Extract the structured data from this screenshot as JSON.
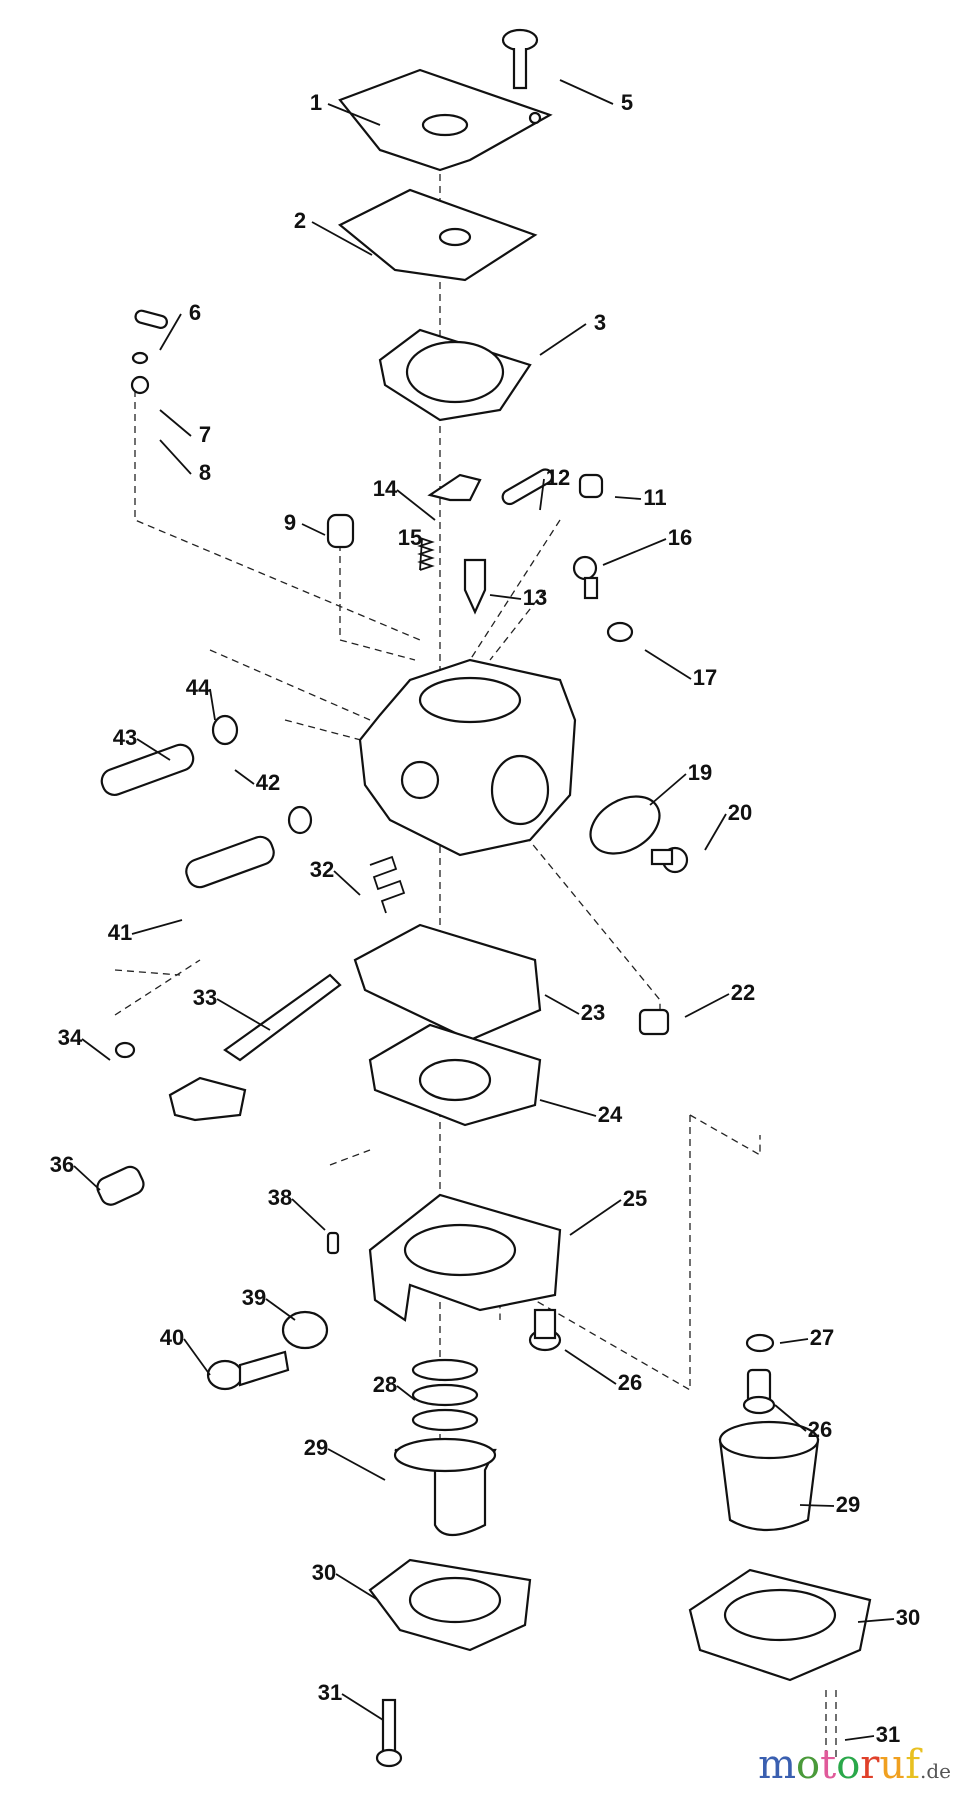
{
  "labels": [
    "1",
    "5",
    "2",
    "3",
    "6",
    "7",
    "8",
    "14",
    "12",
    "11",
    "9",
    "15",
    "16",
    "13",
    "17",
    "44",
    "43",
    "42",
    "19",
    "20",
    "32",
    "41",
    "33",
    "23",
    "22",
    "34",
    "24",
    "36",
    "38",
    "25",
    "39",
    "27",
    "40",
    "26",
    "26",
    "28",
    "29",
    "29",
    "30",
    "30",
    "31",
    "31"
  ],
  "watermark": {
    "text": "motoruf",
    "suffix": ".de",
    "colors": [
      "#3a5fb0",
      "#4a9a3a",
      "#e05a9a",
      "#2aa84a",
      "#e0402a",
      "#f0a020",
      "#e8c020"
    ]
  }
}
